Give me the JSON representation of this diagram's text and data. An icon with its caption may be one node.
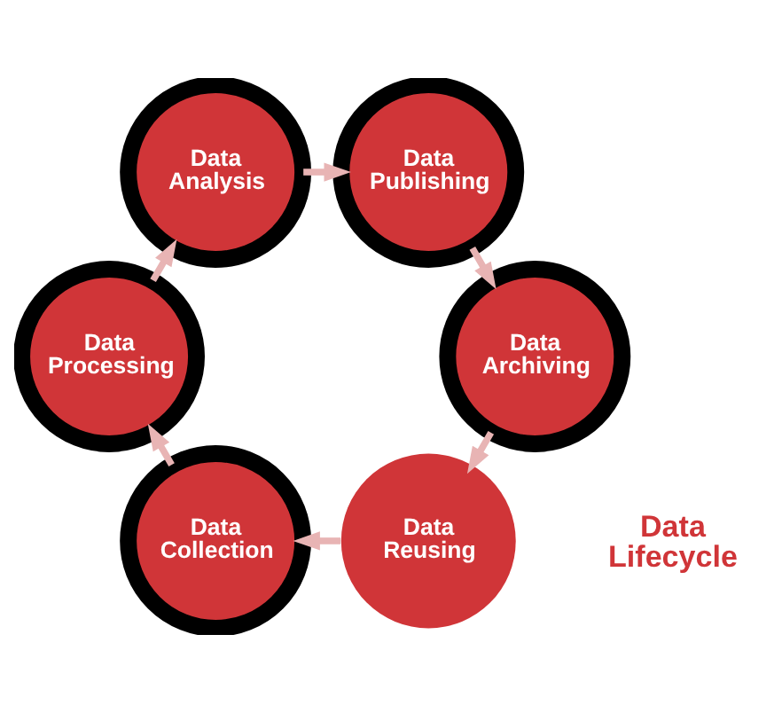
{
  "diagram": {
    "nodes": [
      {
        "text": [
          "Data Reusing"
        ]
      },
      {
        "text": [
          "Data Collection"
        ]
      },
      {
        "text": [
          "Data Processing"
        ]
      },
      {
        "text": [
          "Data Analysis"
        ]
      },
      {
        "text": [
          "Data Publishing"
        ]
      },
      {
        "text": [
          "Data Archiving"
        ]
      }
    ],
    "edges": [
      {
        "from": 0,
        "to": 1,
        "arrow": "to"
      },
      {
        "from": 1,
        "to": 2,
        "arrow": "to"
      },
      {
        "from": 2,
        "to": 3,
        "arrow": "to"
      },
      {
        "from": 3,
        "to": 4,
        "arrow": "to"
      },
      {
        "from": 4,
        "to": 5,
        "arrow": "to"
      },
      {
        "from": 5,
        "to": 0,
        "arrow": "to"
      }
    ],
    "labels": [
      "Data Lifecycle"
    ]
  }
}
